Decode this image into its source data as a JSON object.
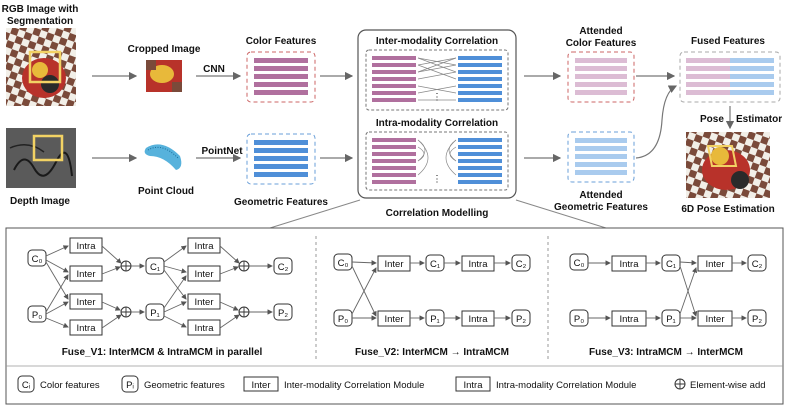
{
  "top": {
    "rgb_label_l1": "RGB Image with",
    "rgb_label_l2": "Segmentation",
    "depth_label": "Depth Image",
    "cropped_label": "Cropped Image",
    "point_cloud_label": "Point Cloud",
    "cnn_label": "CNN",
    "pointnet_label": "PointNet",
    "color_features_label": "Color Features",
    "geometric_features_label": "Geometric Features",
    "inter_title": "Inter-modality Correlation",
    "intra_title": "Intra-modality Correlation",
    "correlation_modelling_label": "Correlation Modelling",
    "attended_color_l1": "Attended",
    "attended_color_l2": "Color Features",
    "attended_geo_l1": "Attended",
    "attended_geo_l2": "Geometric Features",
    "fused_label": "Fused Features",
    "pose_label": "Pose",
    "estimator_label": "Estimator",
    "pose_estimation_label": "6D Pose Estimation"
  },
  "colors": {
    "color_feature": "#b0709e",
    "color_feature_light": "#dcbcd4",
    "geo_feature": "#4f8fd8",
    "geo_feature_light": "#a9cbee",
    "color_dash": "#cc6666",
    "geo_dash": "#6a9fd8"
  },
  "nodes": {
    "intra": "Intra",
    "inter": "Inter",
    "c0": "C₀",
    "c1": "C₁",
    "c2": "C₂",
    "p0": "P₀",
    "p1": "P₁",
    "p2": "P₂"
  },
  "captions": {
    "v1": "Fuse_V1: InterMCM & IntraMCM in parallel",
    "v2": "Fuse_V2: InterMCM → IntraMCM",
    "v3": "Fuse_V3: IntraMCM → InterMCM"
  },
  "legend": {
    "ci_symbol": "Cᵢ",
    "ci_text": "Color features",
    "pi_symbol": "Pᵢ",
    "pi_text": "Geometric features",
    "inter_symbol": "Inter",
    "inter_text": "Inter-modality Correlation Module",
    "intra_symbol": "Intra",
    "intra_text": "Intra-modality Correlation Module",
    "add_text": "Element-wise add"
  }
}
